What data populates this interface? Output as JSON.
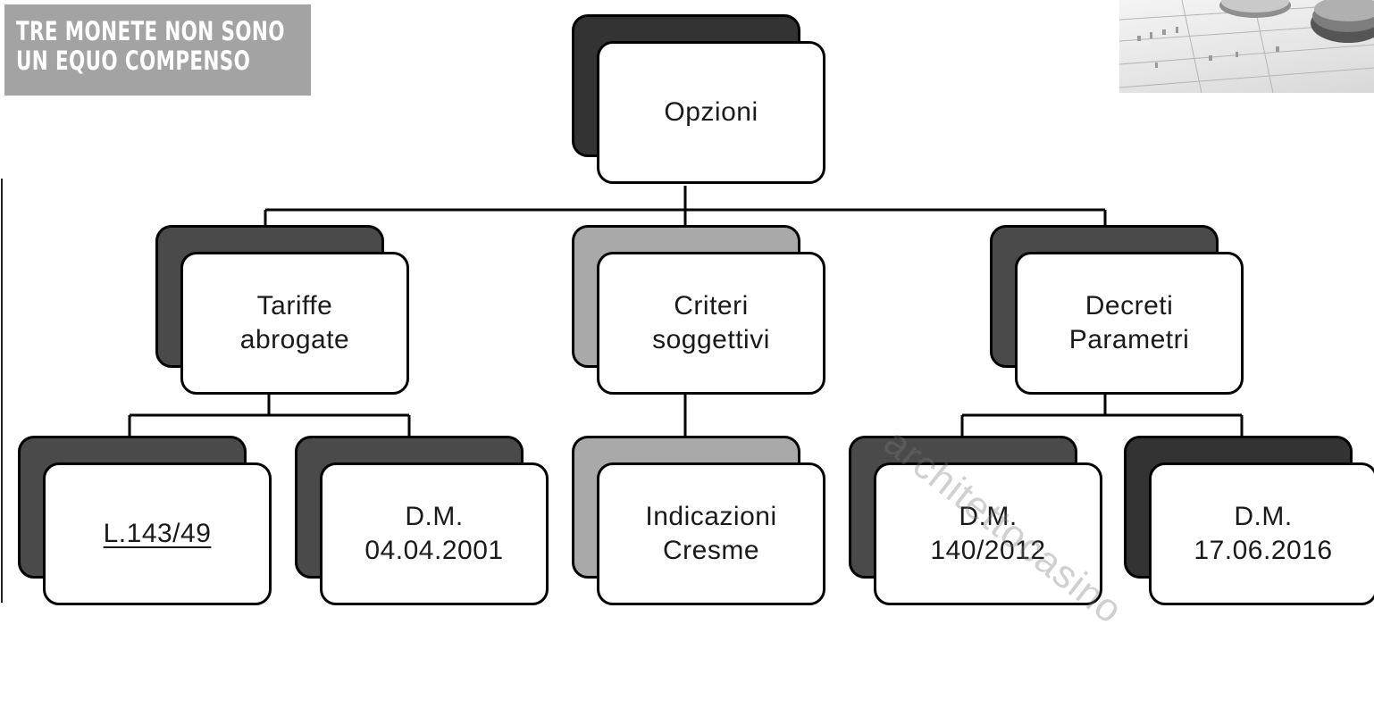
{
  "banner": {
    "line1": "TRE MONETE NON SONO",
    "line2": "UN EQUO COMPENSO"
  },
  "diagram": {
    "root": "Opzioni",
    "branches": [
      {
        "line1": "Tariffe",
        "line2": "abrogate",
        "children": [
          {
            "line1": "L.143/49",
            "line2": ""
          },
          {
            "line1": "D.M.",
            "line2": "04.04.2001"
          }
        ]
      },
      {
        "line1": "Criteri",
        "line2": "soggettivi",
        "children": [
          {
            "line1": "Indicazioni",
            "line2": "Cresme"
          }
        ]
      },
      {
        "line1": "Decreti",
        "line2": "Parametri",
        "children": [
          {
            "line1": "D.M.",
            "line2": "140/2012"
          },
          {
            "line1": "D.M.",
            "line2": "17.06.2016"
          }
        ]
      }
    ]
  },
  "watermark": "architettocasino",
  "colors": {
    "banner_bg": "#a3a3a3",
    "shadow_dark": "#4a4a4a",
    "shadow_darkest": "#333333",
    "shadow_light": "#a9a9a9"
  }
}
